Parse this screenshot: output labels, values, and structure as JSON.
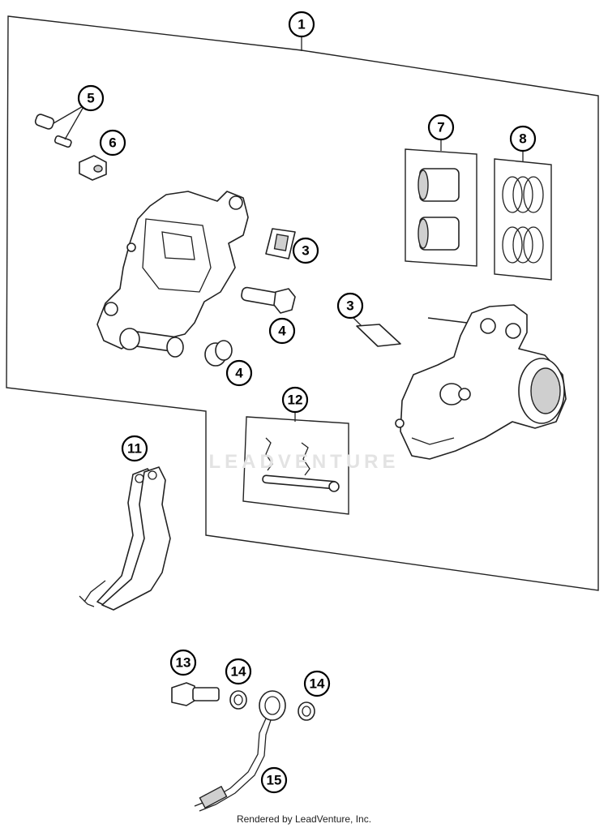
{
  "callouts": {
    "c1": "1",
    "c3a": "3",
    "c3b": "3",
    "c4a": "4",
    "c4b": "4",
    "c5": "5",
    "c6": "6",
    "c7": "7",
    "c8": "8",
    "c11": "11",
    "c12": "12",
    "c13": "13",
    "c14a": "14",
    "c14b": "14",
    "c15": "15"
  },
  "watermark": "LEADVENTURE",
  "credit": "Rendered by LeadVenture, Inc."
}
